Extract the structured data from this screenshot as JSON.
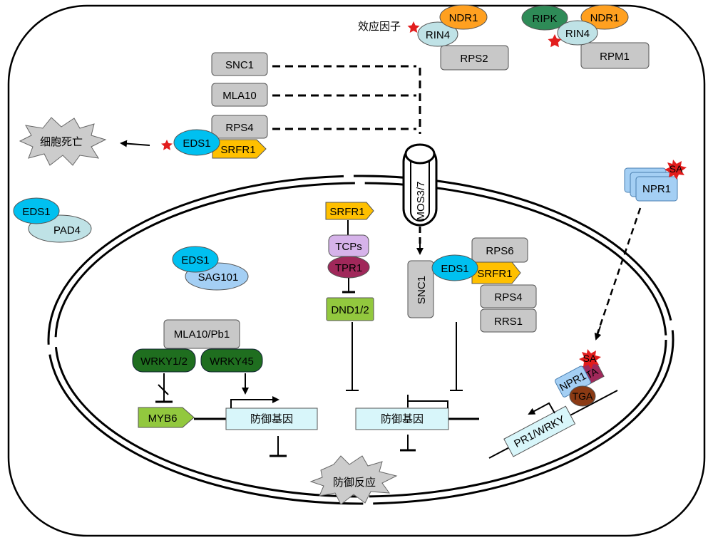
{
  "cell": {
    "effector_label": "效应因子",
    "cell_death_label": "细胞死亡",
    "defense_response_label": "防御反应"
  },
  "effector_complex": {
    "ndr1": "NDR1",
    "rin4": "RIN4",
    "rps2": "RPS2"
  },
  "ripk_complex": {
    "ripk": "RIPK",
    "ndr1": "NDR1",
    "rin4": "RIN4",
    "rpm1": "RPM1"
  },
  "membrane_receptors": {
    "snc1": "SNC1",
    "mla10": "MLA10",
    "rps4": "RPS4"
  },
  "cytoplasm_complex": {
    "eds1": "EDS1",
    "srfr1": "SRFR1"
  },
  "eds1_pad4": {
    "eds1": "EDS1",
    "pad4": "PAD4"
  },
  "eds1_sag101": {
    "eds1": "EDS1",
    "sag101": "SAG101"
  },
  "pore": {
    "label": "MOS3/7"
  },
  "npr1_cytoplasm": {
    "label": "NPR1",
    "sa": "SA"
  },
  "tcp_branch": {
    "srfr1": "SRFR1",
    "tcps": "TCPs",
    "tpr1": "TPR1",
    "dnd": "DND1/2"
  },
  "nuclear_complex": {
    "snc1": "SNC1",
    "eds1": "EDS1",
    "srfr1": "SRFR1",
    "rps6": "RPS6",
    "rps4": "RPS4",
    "rrs1": "RRS1"
  },
  "mla_branch": {
    "mla": "MLA10/Pb1",
    "wrky12": "WRKY1/2",
    "wrky45": "WRKY45",
    "myb6": "MYB6",
    "gene": "防御基因"
  },
  "center_gene": {
    "gene": "防御基因"
  },
  "npr1_nucleus": {
    "npr1": "NPR1",
    "ta": "TA",
    "sa": "SA",
    "tga": "TGA",
    "target": "PR1/WRKY"
  },
  "colors": {
    "gray_box": "#c8c8c8",
    "cyan_eds1": "#00c0f0",
    "light_teal": "#bfe2e6",
    "orange": "#ffa020",
    "yellow_srfr1": "#ffc000",
    "green_ripk": "#2e8b57",
    "purple_tcps": "#d6b3ea",
    "maroon_tpr1": "#a0285a",
    "green_dnd": "#92c83e",
    "dark_green_wrky": "#1f6e1f",
    "gene_box": "#d8f6fa",
    "blue_npr1": "#a4cff4",
    "red_star": "#e21d1d",
    "brown_tga": "#8b3a14"
  }
}
